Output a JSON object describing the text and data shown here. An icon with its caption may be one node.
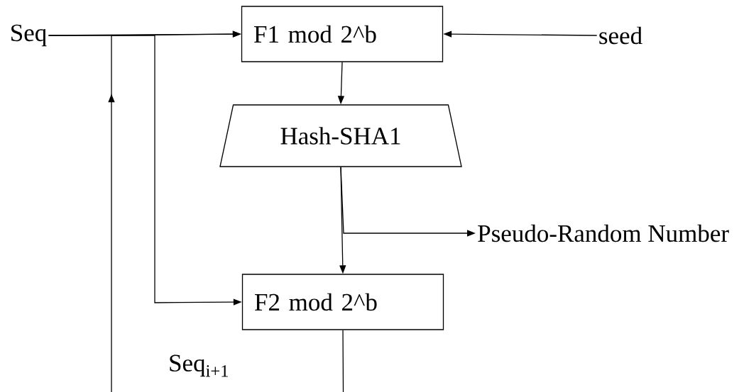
{
  "diagram": {
    "nodes": [
      {
        "text": [
          "Seq"
        ]
      },
      {
        "text": [
          "F1 mod 2^b"
        ]
      },
      {
        "text": [
          "seed"
        ]
      },
      {
        "text": [
          "Hash-SHA1"
        ]
      },
      {
        "text": [
          "Pseudo-Random Number"
        ]
      },
      {
        "text": [
          "F2 mod 2^b"
        ]
      }
    ],
    "edges": [
      {
        "from": 0,
        "to": 1,
        "arrow": "to"
      },
      {
        "from": 0,
        "to": 5,
        "arrow": "to"
      },
      {
        "from": 2,
        "to": 1,
        "arrow": "to"
      },
      {
        "from": 1,
        "to": 3,
        "arrow": "to"
      },
      {
        "from": 3,
        "to": 5,
        "arrow": "to"
      },
      {
        "from": 3,
        "to": 4,
        "arrow": "to"
      },
      {
        "from": 5,
        "to": 1,
        "arrow": "to",
        "label": "Seq$_{i+1}$"
      }
    ]
  }
}
